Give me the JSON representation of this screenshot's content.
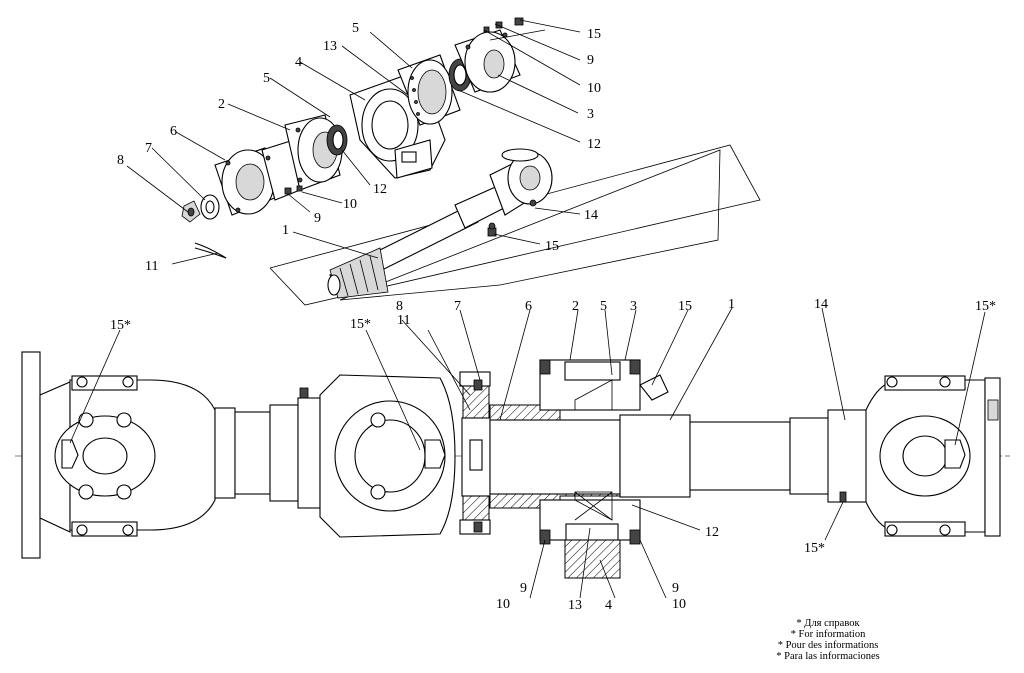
{
  "callouts": {
    "top": [
      {
        "id": "t15",
        "text": "15"
      },
      {
        "id": "t9",
        "text": "9"
      },
      {
        "id": "t10",
        "text": "10"
      },
      {
        "id": "t3",
        "text": "3"
      },
      {
        "id": "t12a",
        "text": "12"
      },
      {
        "id": "t5a",
        "text": "5"
      },
      {
        "id": "t13",
        "text": "13"
      },
      {
        "id": "t4",
        "text": "4"
      },
      {
        "id": "t5b",
        "text": "5"
      },
      {
        "id": "t2",
        "text": "2"
      },
      {
        "id": "t6",
        "text": "6"
      },
      {
        "id": "t7",
        "text": "7"
      },
      {
        "id": "t8",
        "text": "8"
      },
      {
        "id": "t12b",
        "text": "12"
      },
      {
        "id": "t10b",
        "text": "10"
      },
      {
        "id": "t9b",
        "text": "9"
      },
      {
        "id": "t14",
        "text": "14"
      },
      {
        "id": "t15b",
        "text": "15"
      },
      {
        "id": "t1",
        "text": "1"
      },
      {
        "id": "t11",
        "text": "11"
      }
    ],
    "bottom": [
      {
        "id": "b15s_left",
        "text": "15*"
      },
      {
        "id": "b15s_mid",
        "text": "15*"
      },
      {
        "id": "b8",
        "text": "8"
      },
      {
        "id": "b11",
        "text": "11"
      },
      {
        "id": "b7",
        "text": "7"
      },
      {
        "id": "b6",
        "text": "6"
      },
      {
        "id": "b2",
        "text": "2"
      },
      {
        "id": "b5",
        "text": "5"
      },
      {
        "id": "b3",
        "text": "3"
      },
      {
        "id": "b15",
        "text": "15"
      },
      {
        "id": "b1",
        "text": "1"
      },
      {
        "id": "b14",
        "text": "14"
      },
      {
        "id": "b15s_right",
        "text": "15*"
      },
      {
        "id": "b12",
        "text": "12"
      },
      {
        "id": "b15s_low",
        "text": "15*"
      },
      {
        "id": "b9l",
        "text": "9"
      },
      {
        "id": "b10l",
        "text": "10"
      },
      {
        "id": "b13",
        "text": "13"
      },
      {
        "id": "b4",
        "text": "4"
      },
      {
        "id": "b9r",
        "text": "9"
      },
      {
        "id": "b10r",
        "text": "10"
      }
    ]
  },
  "notes": [
    "* Для справок",
    "* For information",
    "* Pour des informations",
    "* Para las informaciones"
  ]
}
